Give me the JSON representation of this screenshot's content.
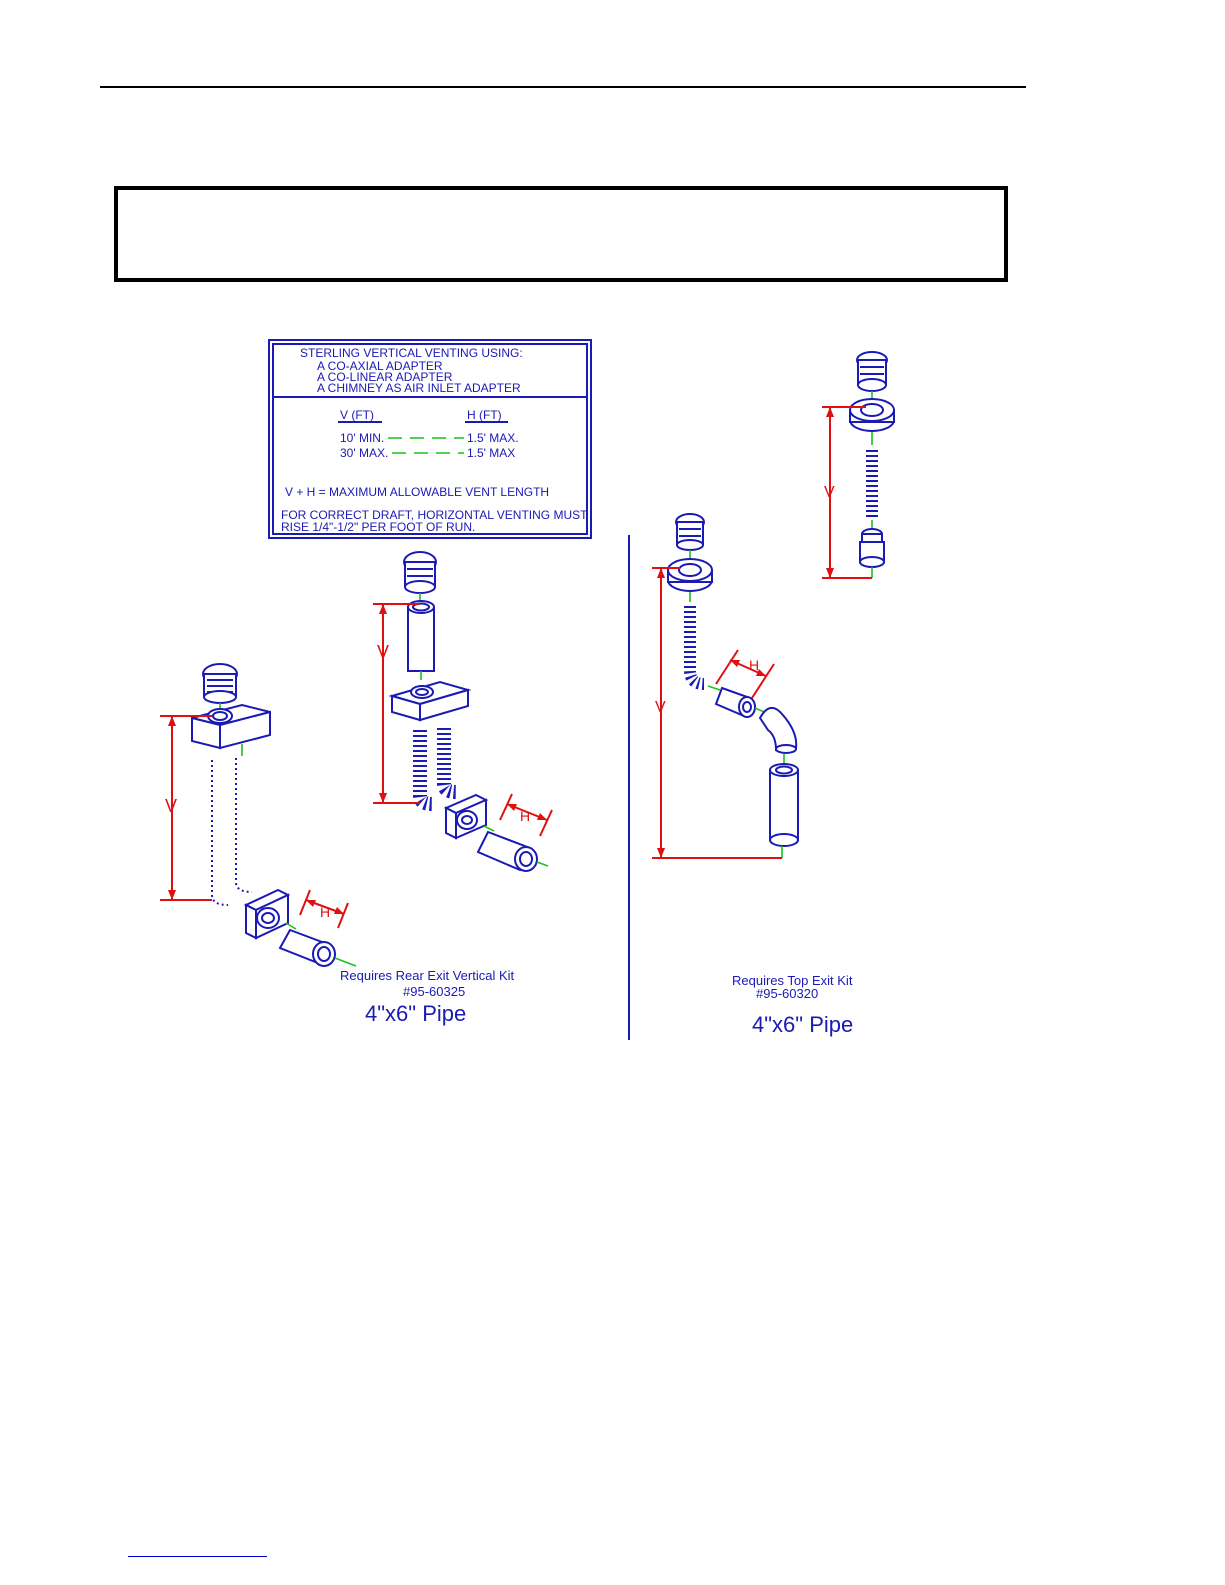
{
  "panel": {
    "title": "STERLING VERTICAL VENTING USING:",
    "options": [
      "A CO-AXIAL ADAPTER",
      "A CO-LINEAR ADAPTER",
      "A CHIMNEY AS AIR INLET ADAPTER"
    ],
    "col_v": "V (FT)",
    "col_h": "H (FT)",
    "rows": [
      {
        "v": "10' MIN.",
        "h": "1.5' MAX."
      },
      {
        "v": "30' MAX.",
        "h": "1.5' MAX"
      }
    ],
    "formula": "V + H = MAXIMUM ALLOWABLE VENT LENGTH",
    "note_line1": "FOR CORRECT DRAFT, HORIZONTAL VENTING MUST",
    "note_line2": "RISE 1/4\"-1/2\" PER FOOT OF RUN."
  },
  "labels": {
    "v": "V",
    "h": "H"
  },
  "left_caption": {
    "kit": "Requires Rear Exit Vertical Kit",
    "part": "#95-60325",
    "pipe": "4\"x6\" Pipe"
  },
  "right_caption": {
    "kit": "Requires Top Exit Kit",
    "part": "#95-60320",
    "pipe": "4\"x6\" Pipe"
  }
}
